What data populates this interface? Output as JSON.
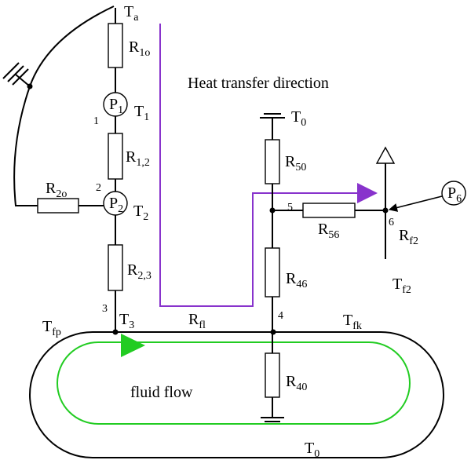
{
  "diagram": {
    "colors": {
      "wire": "#000000",
      "flow": "#22cc22",
      "heat_path": "#8833cc",
      "background": "#ffffff"
    },
    "heading": "Heat transfer direction",
    "fluid_label": "fluid flow",
    "temperatures": {
      "ta": {
        "main": "T",
        "sub": "a"
      },
      "t1": {
        "main": "T",
        "sub": "1"
      },
      "t2": {
        "main": "T",
        "sub": "2"
      },
      "t3": {
        "main": "T",
        "sub": "3"
      },
      "t0_top": {
        "main": "T",
        "sub": "0"
      },
      "t0_bottom": {
        "main": "T",
        "sub": "0"
      },
      "tf2": {
        "main": "T",
        "sub": "f2"
      },
      "tfp": {
        "main": "T",
        "sub": "fp"
      },
      "tfk": {
        "main": "T",
        "sub": "fk"
      }
    },
    "resistors": {
      "r1o": {
        "main": "R",
        "sub": "1o"
      },
      "r12": {
        "main": "R",
        "sub": "1,2"
      },
      "r2o": {
        "main": "R",
        "sub": "2o"
      },
      "r23": {
        "main": "R",
        "sub": "2,3"
      },
      "r50": {
        "main": "R",
        "sub": "50"
      },
      "r56": {
        "main": "R",
        "sub": "56"
      },
      "r46": {
        "main": "R",
        "sub": "46"
      },
      "r40": {
        "main": "R",
        "sub": "40"
      },
      "rfl": {
        "main": "R",
        "sub": "fl"
      },
      "rf2": {
        "main": "R",
        "sub": "f2"
      }
    },
    "sources": {
      "p1": {
        "main": "P",
        "sub": "1"
      },
      "p2": {
        "main": "P",
        "sub": "2"
      },
      "p6": {
        "main": "P",
        "sub": "6"
      }
    },
    "nodes": {
      "n1": "1",
      "n2": "2",
      "n3": "3",
      "n4": "4",
      "n5": "5",
      "n6": "6"
    }
  }
}
